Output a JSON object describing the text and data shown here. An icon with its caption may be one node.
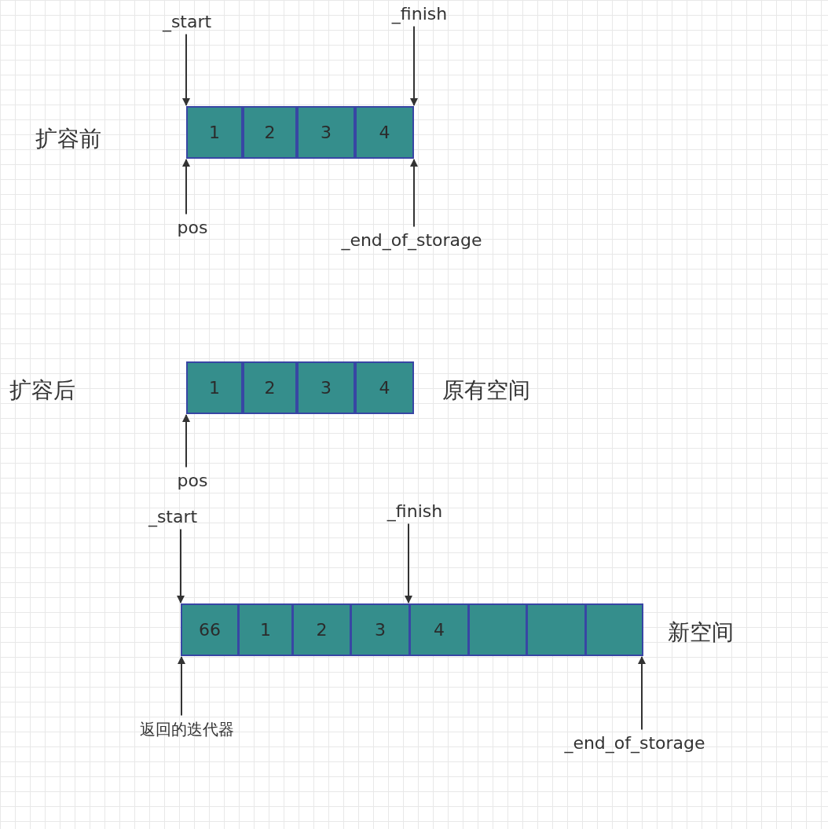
{
  "diagram": {
    "nodes": [
      {
        "text": [
          "_start"
        ]
      },
      {
        "text": [
          "_finish"
        ]
      },
      {
        "text": [
          "1"
        ]
      },
      {
        "text": [
          "2"
        ]
      },
      {
        "text": [
          "3"
        ]
      },
      {
        "text": [
          "4"
        ]
      },
      {
        "text": [
          "pos"
        ]
      },
      {
        "text": [
          "_end_of_storage"
        ]
      },
      {
        "text": [
          "1"
        ]
      },
      {
        "text": [
          "2"
        ]
      },
      {
        "text": [
          "3"
        ]
      },
      {
        "text": [
          "4"
        ]
      },
      {
        "text": [
          "pos"
        ]
      },
      {
        "text": [
          "_start"
        ]
      },
      {
        "text": [
          "_finish"
        ]
      },
      {
        "text": [
          "66"
        ]
      },
      {
        "text": [
          "1"
        ]
      },
      {
        "text": [
          "2"
        ]
      },
      {
        "text": [
          "3"
        ]
      },
      {
        "text": [
          "4"
        ]
      },
      {
        "text": [],
        "shape": "box"
      },
      {
        "text": [],
        "shape": "box"
      },
      {
        "text": [],
        "shape": "box"
      },
      {
        "text": [
          "返回的迭代器"
        ]
      },
      {
        "text": [
          "_end_of_storage"
        ]
      }
    ],
    "edges": [
      {
        "from": 0,
        "to": 2,
        "arrow": "to"
      },
      {
        "from": 1,
        "to": 5,
        "arrow": "to"
      },
      {
        "from": 6,
        "to": 2,
        "arrow": "to"
      },
      {
        "from": 7,
        "to": 5,
        "arrow": "to"
      },
      {
        "from": 12,
        "to": 8,
        "arrow": "to"
      },
      {
        "from": 13,
        "to": 15,
        "arrow": "to"
      },
      {
        "from": 14,
        "to": 19,
        "arrow": "to"
      },
      {
        "from": 23,
        "to": 15,
        "arrow": "to"
      },
      {
        "from": 24,
        "to": 22,
        "arrow": "to"
      }
    ],
    "labels": [
      "扩容前",
      "扩容后",
      "原有空间",
      "新空间"
    ]
  }
}
